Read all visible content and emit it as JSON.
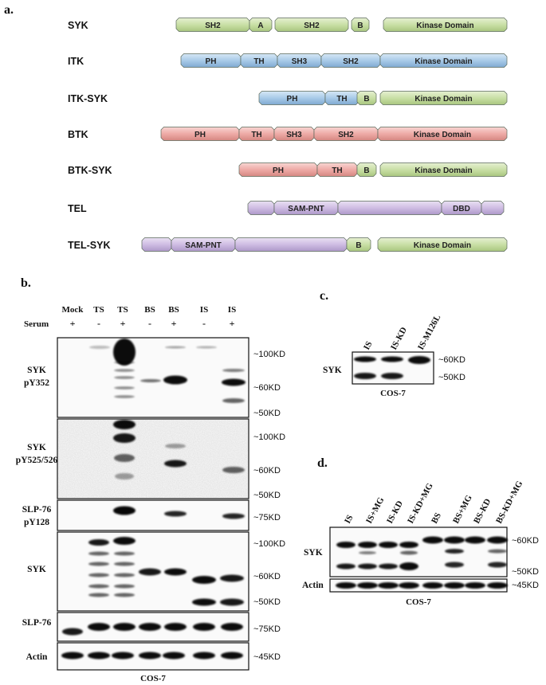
{
  "panel_a": {
    "label": "a.",
    "constructs": [
      {
        "name": "SYK",
        "domains": [
          "SH2",
          "A",
          "SH2",
          "B",
          "Kinase Domain"
        ]
      },
      {
        "name": "ITK",
        "domains": [
          "PH",
          "TH",
          "SH3",
          "SH2",
          "Kinase Domain"
        ]
      },
      {
        "name": "ITK-SYK",
        "domains": [
          "PH",
          "TH",
          "B",
          "Kinase Domain"
        ]
      },
      {
        "name": "BTK",
        "domains": [
          "PH",
          "TH",
          "SH3",
          "SH2",
          "Kinase Domain"
        ]
      },
      {
        "name": "BTK-SYK",
        "domains": [
          "PH",
          "TH",
          "B",
          "Kinase Domain"
        ]
      },
      {
        "name": "TEL",
        "domains": [
          "SAM-PNT",
          "DBD"
        ]
      },
      {
        "name": "TEL-SYK",
        "domains": [
          "SAM-PNT",
          "B",
          "Kinase Domain"
        ]
      }
    ],
    "colors": {
      "syk": "#c9dfa6",
      "itk": "#a9cbe8",
      "btk": "#eeaaa6",
      "tel": "#cfbde3"
    }
  },
  "panel_b": {
    "label": "b.",
    "lanes": [
      "Mock",
      "TS",
      "TS",
      "BS",
      "BS",
      "IS",
      "IS"
    ],
    "serum_label": "Serum",
    "serum": [
      "+",
      "-",
      "+",
      "-",
      "+",
      "-",
      "+"
    ],
    "blots": [
      {
        "name": "SYK pY352",
        "label_lines": [
          "SYK",
          "pY352"
        ],
        "markers": [
          "~100KD",
          "~60KD",
          "~50KD"
        ]
      },
      {
        "name": "SYK pY525/526",
        "label_lines": [
          "SYK",
          "pY525/526"
        ],
        "markers": [
          "~100KD",
          "~60KD",
          "~50KD"
        ]
      },
      {
        "name": "SLP-76 pY128",
        "label_lines": [
          "SLP-76",
          "pY128"
        ],
        "markers": [
          "~75KD"
        ]
      },
      {
        "name": "SYK",
        "label_lines": [
          "SYK"
        ],
        "markers": [
          "~100KD",
          "~60KD",
          "~50KD"
        ]
      },
      {
        "name": "SLP-76",
        "label_lines": [
          "SLP-76"
        ],
        "markers": [
          "~75KD"
        ]
      },
      {
        "name": "Actin",
        "label_lines": [
          "Actin"
        ],
        "markers": [
          "~45KD"
        ]
      }
    ],
    "cell_line": "COS-7"
  },
  "panel_c": {
    "label": "c.",
    "lanes": [
      "IS",
      "IS-KD",
      "IS-M126L"
    ],
    "blot_label": "SYK",
    "markers": [
      "~60KD",
      "~50KD"
    ],
    "cell_line": "COS-7"
  },
  "panel_d": {
    "label": "d.",
    "lanes": [
      "IS",
      "IS+MG",
      "IS-KD",
      "IS-KD+MG",
      "BS",
      "BS+MG",
      "BS-KD",
      "BS-KD+MG"
    ],
    "blots": [
      {
        "name": "SYK",
        "markers": [
          "~60KD",
          "~50KD"
        ]
      },
      {
        "name": "Actin",
        "markers": [
          "~45KD"
        ]
      }
    ],
    "cell_line": "COS-7"
  }
}
